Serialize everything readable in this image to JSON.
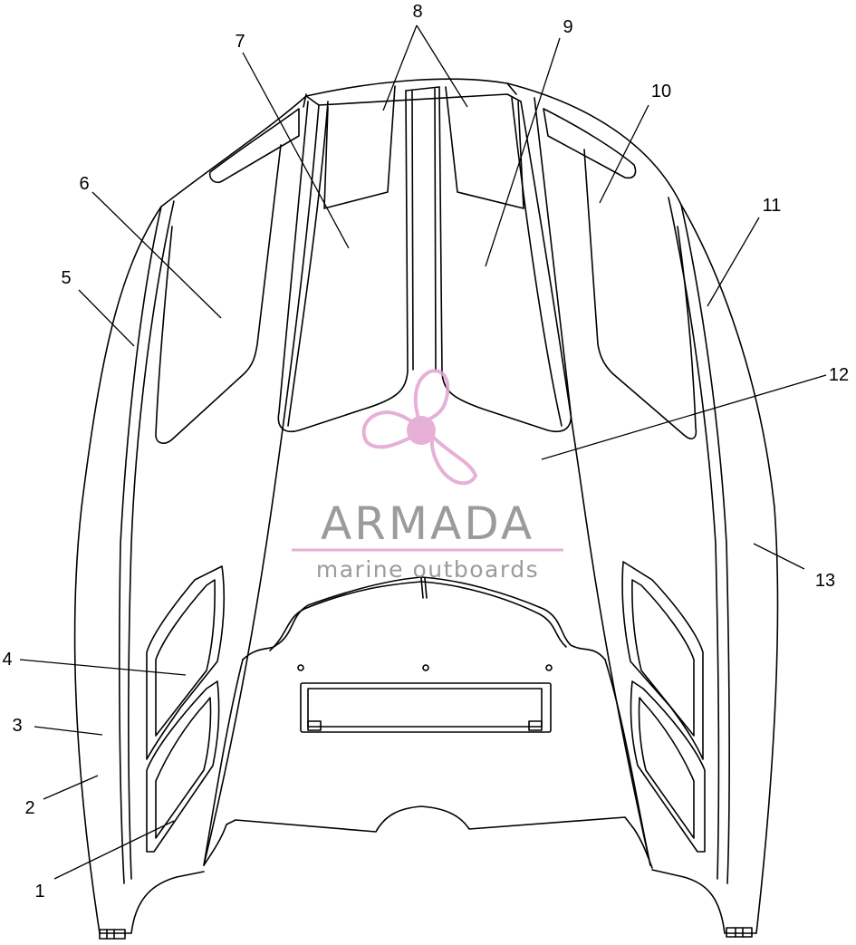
{
  "callouts": [
    "1",
    "2",
    "3",
    "4",
    "5",
    "6",
    "7",
    "8",
    "9",
    "10",
    "11",
    "12",
    "13"
  ],
  "watermark": {
    "brand": "ARMADA",
    "tagline": "marine outboards",
    "text_color": "#8a8a8a",
    "accent_color": "#e3a3cf"
  }
}
